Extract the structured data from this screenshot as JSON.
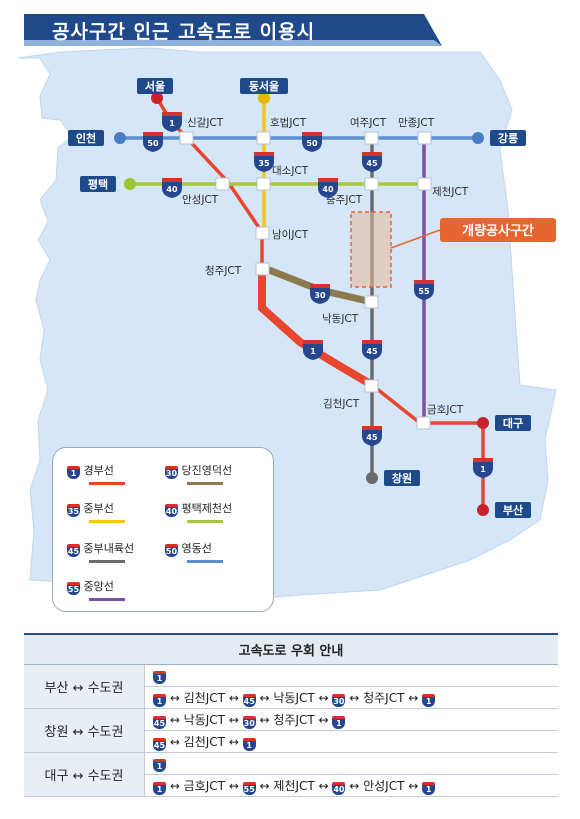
{
  "banner": {
    "title": "공사구간 인근 고속도로 이용시"
  },
  "cities": {
    "seoul": "서울",
    "dongseoul": "동서울",
    "incheon": "인천",
    "gangneung": "강릉",
    "pyeongtaek": "평택",
    "daegu": "대구",
    "busan": "부산",
    "changwon": "창원"
  },
  "junctions": {
    "singal": "신갈JCT",
    "hobeop": "호법JCT",
    "yeoju": "여주JCT",
    "manjong": "만종JCT",
    "daeso": "대소JCT",
    "anseong": "안성JCT",
    "chungju": "충주JCT",
    "jecheon": "제천JCT",
    "nami": "남이JCT",
    "cheongju": "청주JCT",
    "nakdong": "낙동JCT",
    "gimcheon": "김천JCT",
    "geumho": "금호JCT"
  },
  "construction_label": "개량공사구간",
  "shields": {
    "s1": "1",
    "s35": "35",
    "s40": "40",
    "s45": "45",
    "s50": "50",
    "s55": "55",
    "s30": "30"
  },
  "legend": [
    {
      "num": "1",
      "name": "경부선",
      "color": "#e8452f"
    },
    {
      "num": "30",
      "name": "당진영덕선",
      "color": "#8c7a4f"
    },
    {
      "num": "35",
      "name": "중부선",
      "color": "#f5c518"
    },
    {
      "num": "40",
      "name": "평택제천선",
      "color": "#a6c83a"
    },
    {
      "num": "45",
      "name": "중부내륙선",
      "color": "#6b6b6b"
    },
    {
      "num": "50",
      "name": "영동선",
      "color": "#5b8fd0"
    },
    {
      "num": "55",
      "name": "중앙선",
      "color": "#7f4fa6"
    }
  ],
  "colors": {
    "banner": "#1e4a8c",
    "land": "#d4e6f7",
    "gyeongbu": "#e8452f",
    "jungbu": "#f5c518",
    "pyeongtaekjecheon": "#a6c83a",
    "jungbunaeryuk": "#6b6b6b",
    "yeongdong": "#5b8fd0",
    "jungang": "#7f4fa6",
    "dangjinyeongdeok": "#8c7a4f",
    "construction": "#e8652f"
  },
  "detour_table": {
    "title": "고속도로 우회 안내",
    "groups": [
      {
        "region": "부산 ↔ 수도권",
        "routes": [
          [
            {
              "s": "1"
            }
          ],
          [
            {
              "s": "1"
            },
            {
              "t": " ↔ 김천JCT ↔ "
            },
            {
              "s": "45"
            },
            {
              "t": " ↔ 낙동JCT ↔ "
            },
            {
              "s": "30"
            },
            {
              "t": " ↔ 청주JCT ↔ "
            },
            {
              "s": "1"
            }
          ]
        ]
      },
      {
        "region": "창원 ↔ 수도권",
        "routes": [
          [
            {
              "s": "45"
            },
            {
              "t": " ↔ 낙동JCT ↔ "
            },
            {
              "s": "30"
            },
            {
              "t": " ↔ 청주JCT ↔ "
            },
            {
              "s": "1"
            }
          ],
          [
            {
              "s": "45"
            },
            {
              "t": " ↔ 김천JCT ↔ "
            },
            {
              "s": "1"
            }
          ]
        ]
      },
      {
        "region": "대구 ↔ 수도권",
        "routes": [
          [
            {
              "s": "1"
            }
          ],
          [
            {
              "s": "1"
            },
            {
              "t": " ↔ 금호JCT ↔ "
            },
            {
              "s": "55"
            },
            {
              "t": " ↔ 제천JCT ↔ "
            },
            {
              "s": "40"
            },
            {
              "t": " ↔ 안성JCT ↔ "
            },
            {
              "s": "1"
            }
          ]
        ]
      }
    ]
  }
}
